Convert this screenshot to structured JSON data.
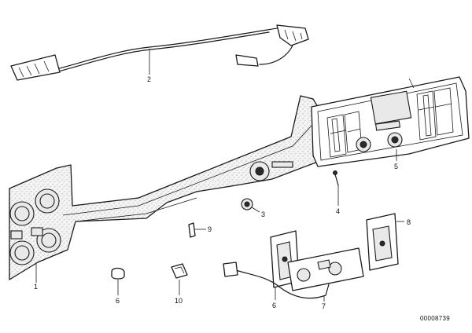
{
  "callouts": {
    "c1": "1",
    "c2": "2",
    "c3": "3",
    "c4": "4",
    "c5": "5",
    "c6a": "6",
    "c6b": "6",
    "c7": "7",
    "c8": "8",
    "c9": "9",
    "c10": "10"
  },
  "reference_number": "00008739"
}
